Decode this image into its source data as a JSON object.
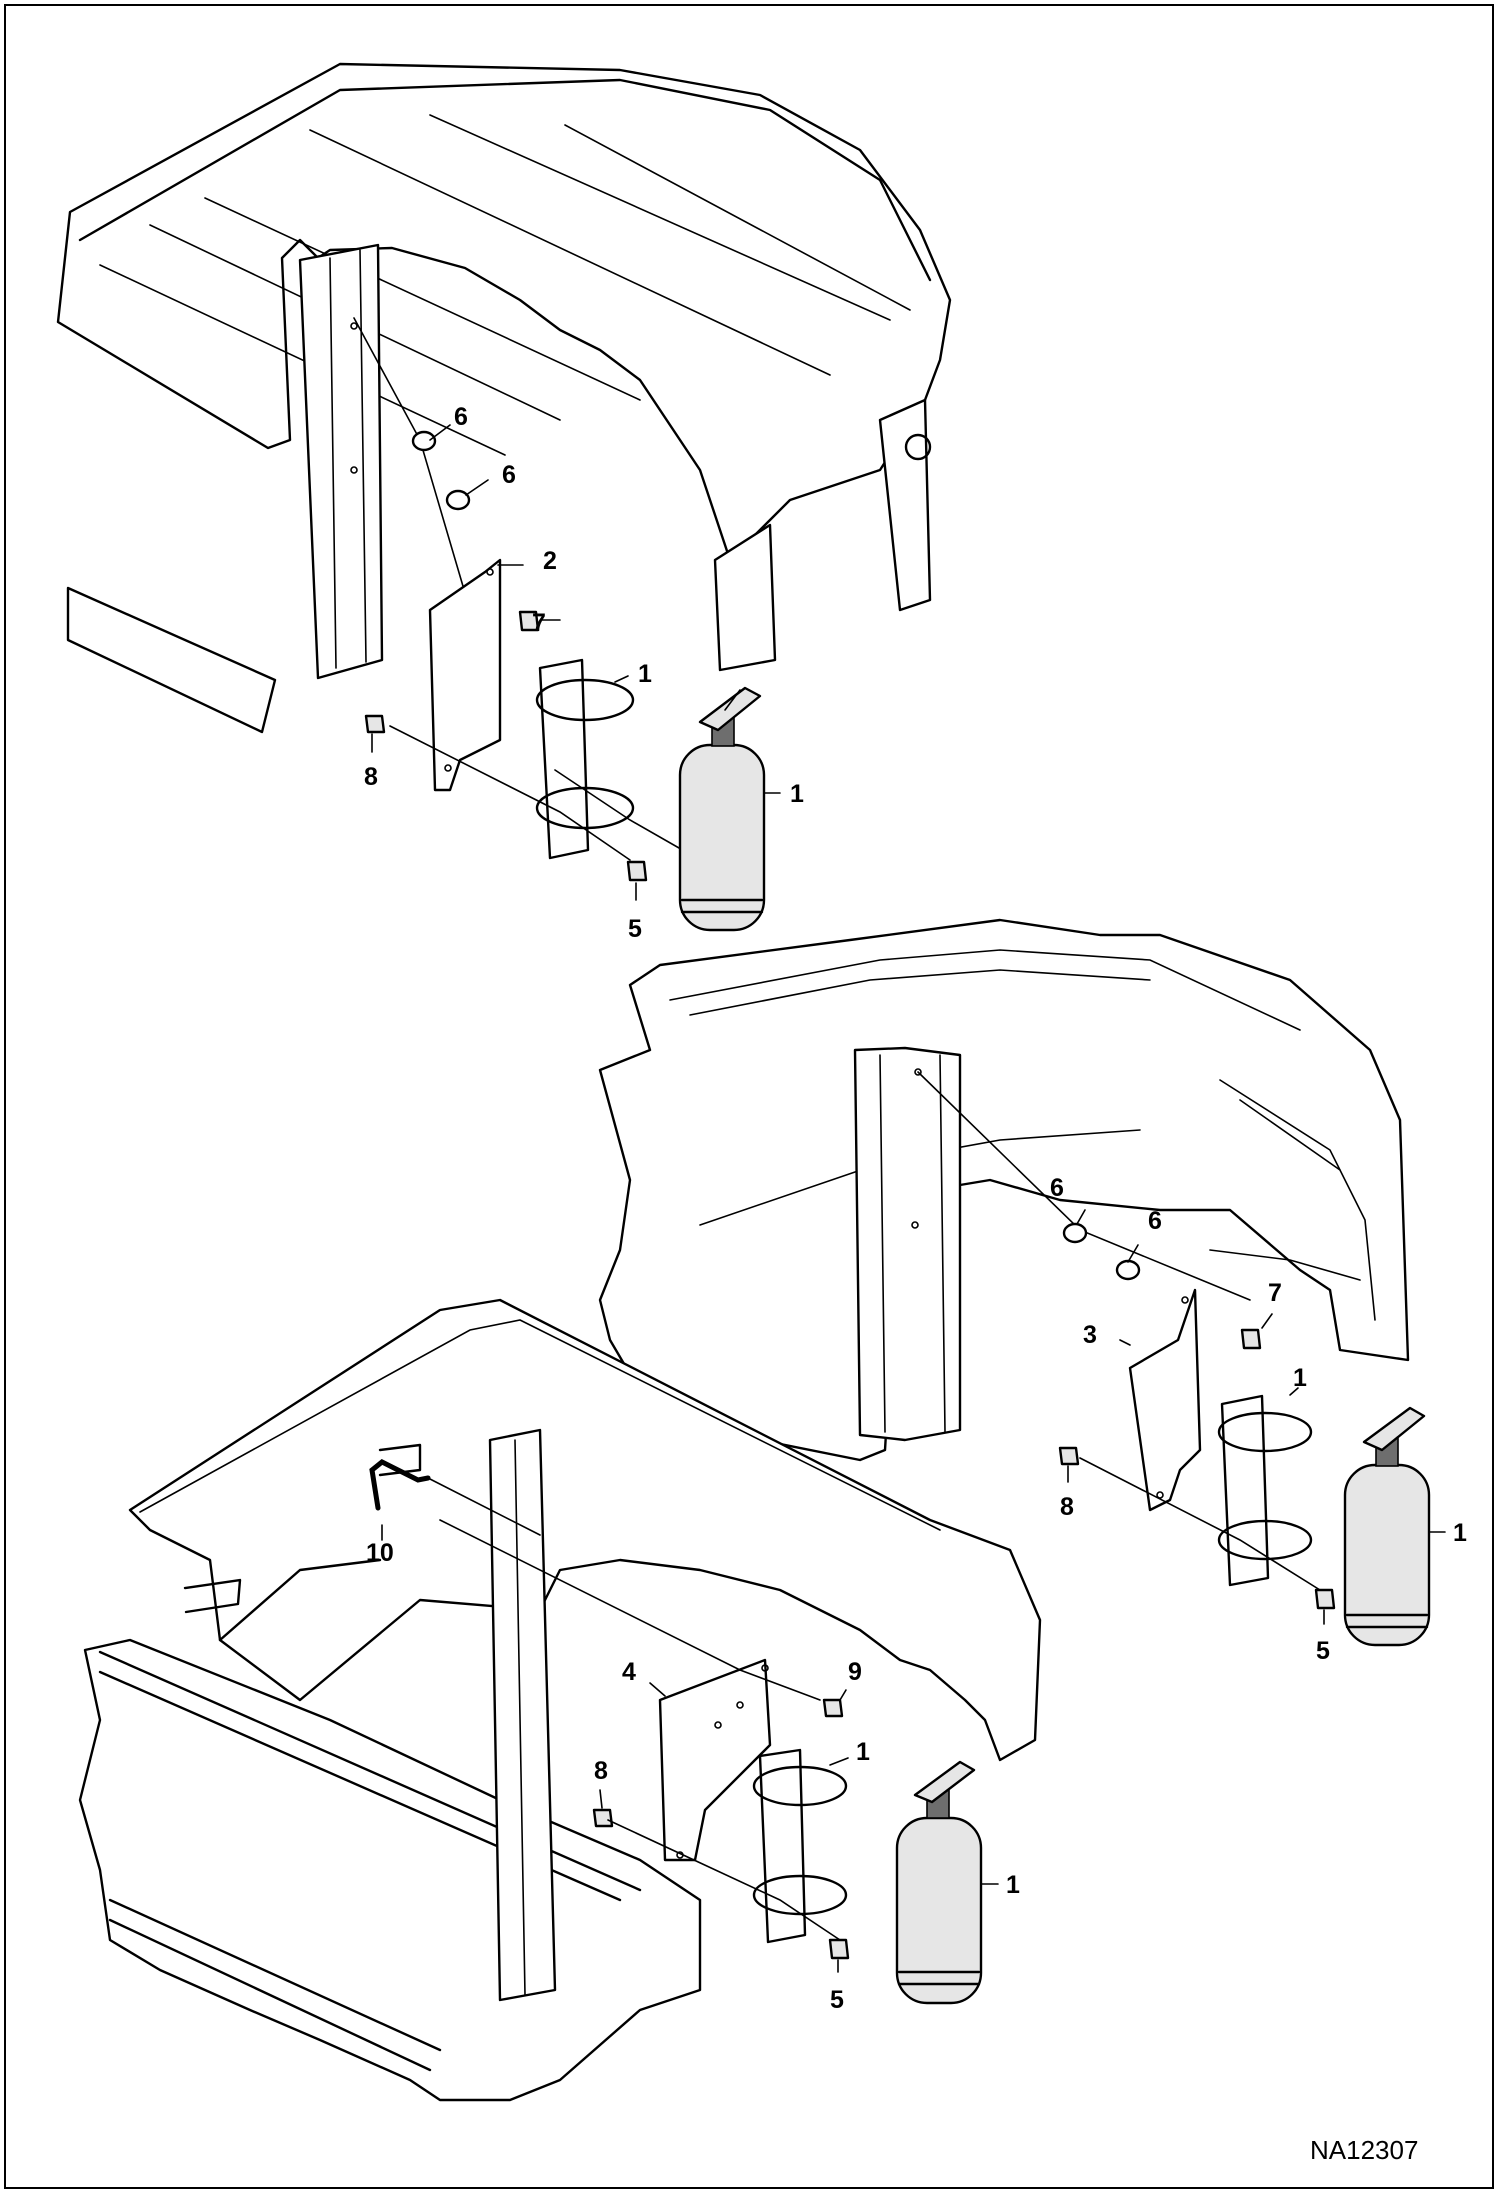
{
  "drawing_code": "NA12307",
  "callouts": {
    "a1": "1",
    "a1b": "1",
    "a2": "2",
    "a5": "5",
    "a6a": "6",
    "a6b": "6",
    "a7": "7",
    "a8": "8",
    "b1": "1",
    "b1b": "1",
    "b3": "3",
    "b5": "5",
    "b6a": "6",
    "b6b": "6",
    "b7": "7",
    "b8": "8",
    "c1": "1",
    "c1b": "1",
    "c4": "4",
    "c5": "5",
    "c8": "8",
    "c9": "9",
    "c10": "10"
  }
}
